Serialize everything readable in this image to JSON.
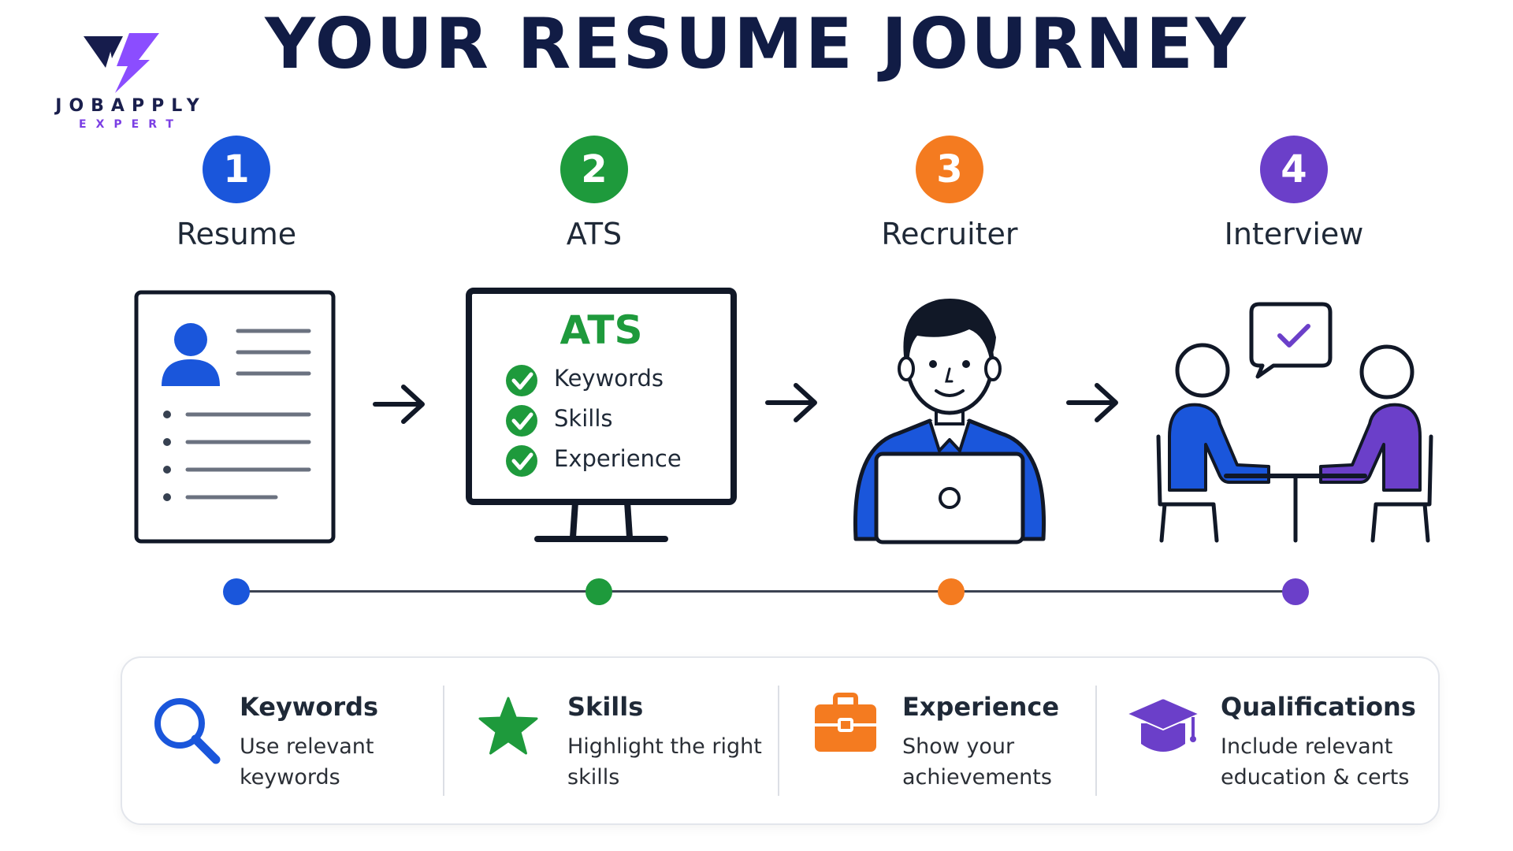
{
  "brand": {
    "name": "JOBAPPLY",
    "tagline": "EXPERT",
    "logo_icon": "lightning-v-logo"
  },
  "title": "YOUR RESUME JOURNEY",
  "steps": [
    {
      "number": "1",
      "label": "Resume",
      "color": "#1a56db",
      "illustration": "resume-document-icon"
    },
    {
      "number": "2",
      "label": "ATS",
      "color": "#1e9a3c",
      "illustration": "ats-monitor-icon"
    },
    {
      "number": "3",
      "label": "Recruiter",
      "color": "#f47b20",
      "illustration": "recruiter-laptop-icon"
    },
    {
      "number": "4",
      "label": "Interview",
      "color": "#6b3fc9",
      "illustration": "interview-table-icon"
    }
  ],
  "ats_screen": {
    "heading": "ATS",
    "checks": [
      "Keywords",
      "Skills",
      "Experience"
    ]
  },
  "info": [
    {
      "title": "Keywords",
      "line1": "Use relevant",
      "line2": "keywords",
      "icon": "magnifier-icon",
      "color": "#1a56db"
    },
    {
      "title": "Skills",
      "line1": "Highlight the right",
      "line2": "skills",
      "icon": "star-icon",
      "color": "#1e9a3c"
    },
    {
      "title": "Experience",
      "line1": "Show your",
      "line2": "achievements",
      "icon": "briefcase-icon",
      "color": "#f47b20"
    },
    {
      "title": "Qualifications",
      "line1": "Include relevant",
      "line2": "education & certs",
      "icon": "graduation-cap-icon",
      "color": "#6b3fc9"
    }
  ]
}
